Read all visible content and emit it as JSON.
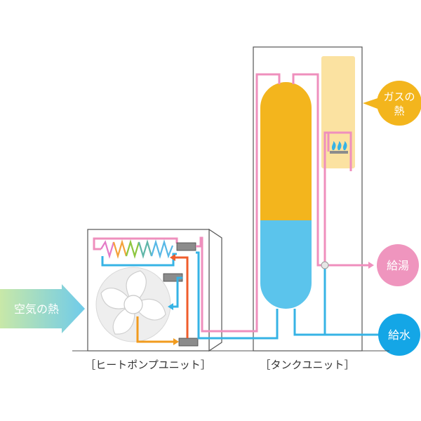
{
  "labels": {
    "heat_pump_unit": "［ヒートポンプユニット］",
    "tank_unit": "［タンクユニット］",
    "air_heat": "空気の熱",
    "gas_heat_line1": "ガスの",
    "gas_heat_line2": "熱",
    "hot_water": "給湯",
    "water_supply": "給水"
  },
  "colors": {
    "pink_pipe": "#ef8fbd",
    "blue_pipe": "#36b3e5",
    "tank_hot": "#f3b51d",
    "tank_cold": "#5bc4ec",
    "burner_bg": "#fbe2a1",
    "gas_badge": "#f3b51d",
    "hot_badge": "#ef95be",
    "water_badge": "#14a6e6",
    "air_arrow_start": "#c6e6a7",
    "air_arrow_end": "#74cbe9",
    "refrigerant_hot": "#f05d2b",
    "refrigerant_warm": "#f19b1e",
    "unit_outline": "#555555"
  }
}
